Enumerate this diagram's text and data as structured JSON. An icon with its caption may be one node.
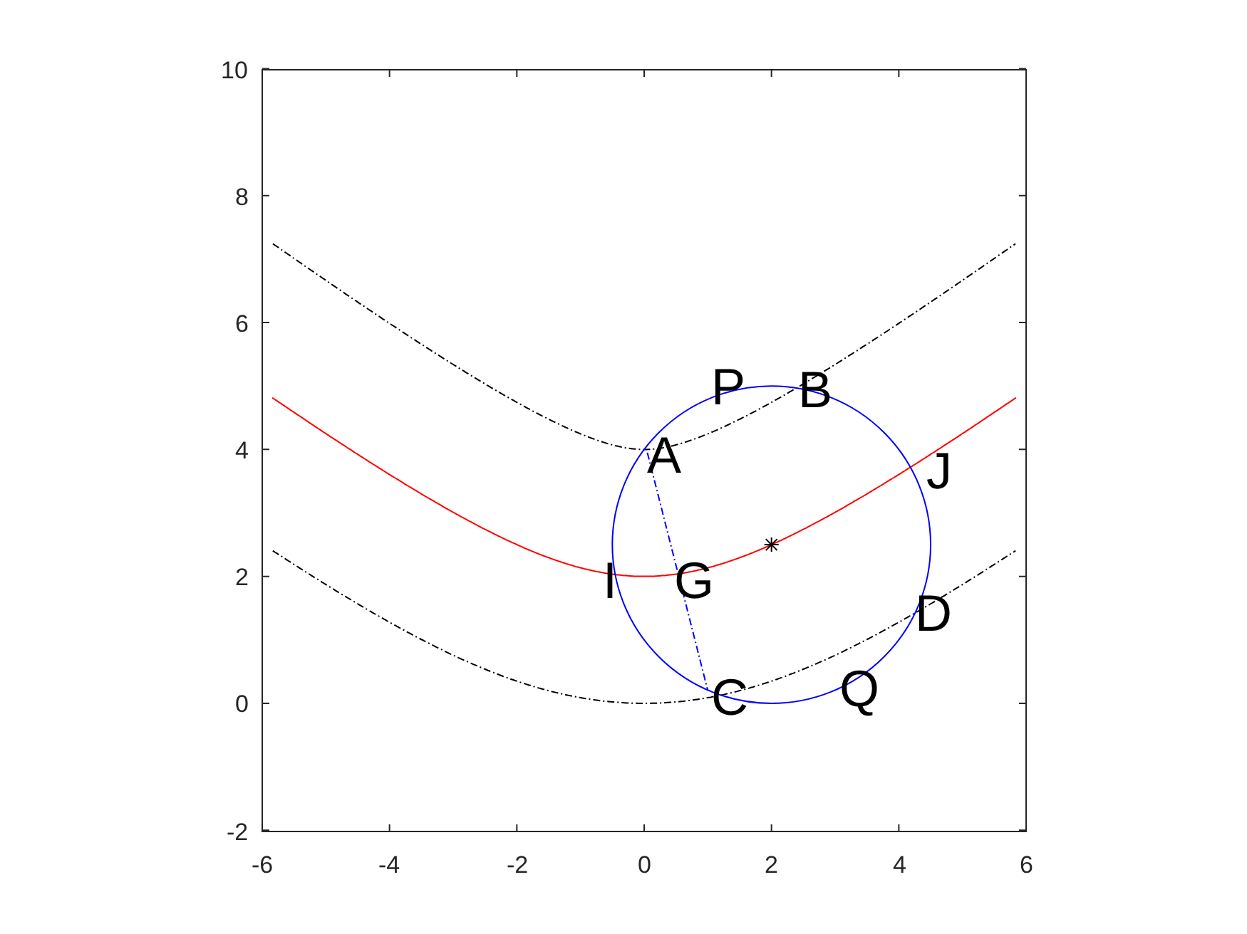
{
  "diagram": {
    "labels": [
      "10",
      "8",
      "6",
      "P",
      "B",
      "4",
      "A",
      "J",
      "2",
      "I",
      "G",
      "D",
      "0",
      "C",
      "Q",
      "-2",
      "-6",
      "-4",
      "-2",
      "0",
      "2",
      "4",
      "6"
    ]
  }
}
